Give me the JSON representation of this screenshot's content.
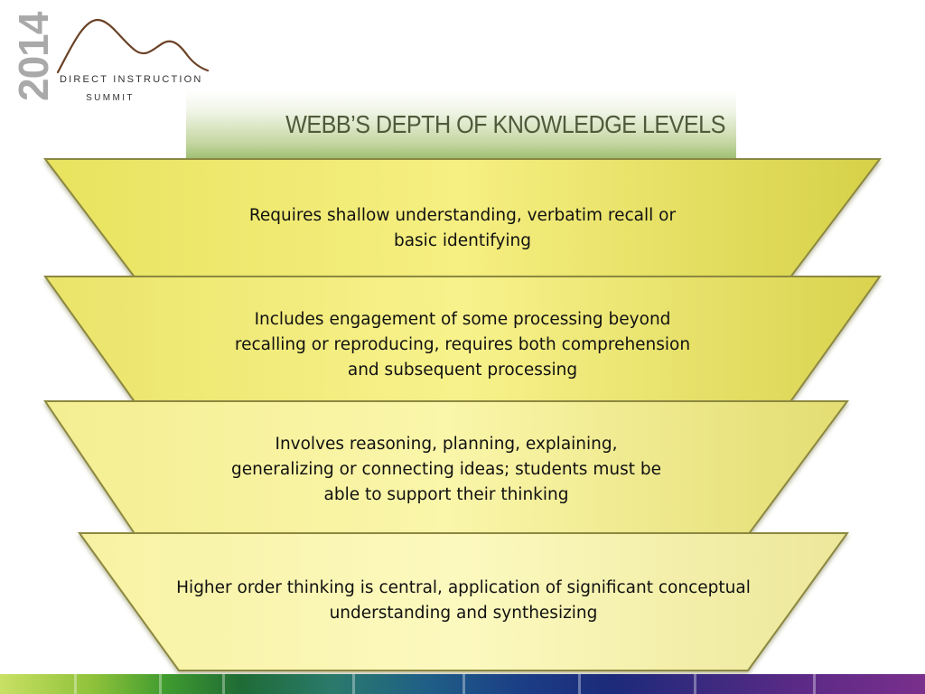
{
  "logo": {
    "year": "2014",
    "line1": "DIRECT INSTRUCTION",
    "line2": "SUMMIT",
    "colors": {
      "wave": "#6b4226",
      "year": "#a9a9a9"
    }
  },
  "title": "WEBB’S DEPTH OF KNOWLEDGE LEVELS",
  "levels": [
    {
      "lines": [
        "Requires shallow understanding, verbatim recall or",
        "basic identifying"
      ]
    },
    {
      "lines": [
        "Includes engagement of some processing beyond",
        "recalling or reproducing, requires both comprehension",
        "and subsequent processing"
      ]
    },
    {
      "lines": [
        "Involves reasoning, planning, explaining,",
        "generalizing or connecting ideas; students must be",
        "able to support their thinking"
      ]
    },
    {
      "lines": [
        "Higher order thinking is central, application of significant conceptual",
        "understanding and synthesizing"
      ]
    }
  ],
  "colors": {
    "band_fill_dark": "#d9d84a",
    "band_fill_light": "#f7f29a",
    "band_border": "#7d7a3a",
    "title": "#4f5a3a"
  }
}
